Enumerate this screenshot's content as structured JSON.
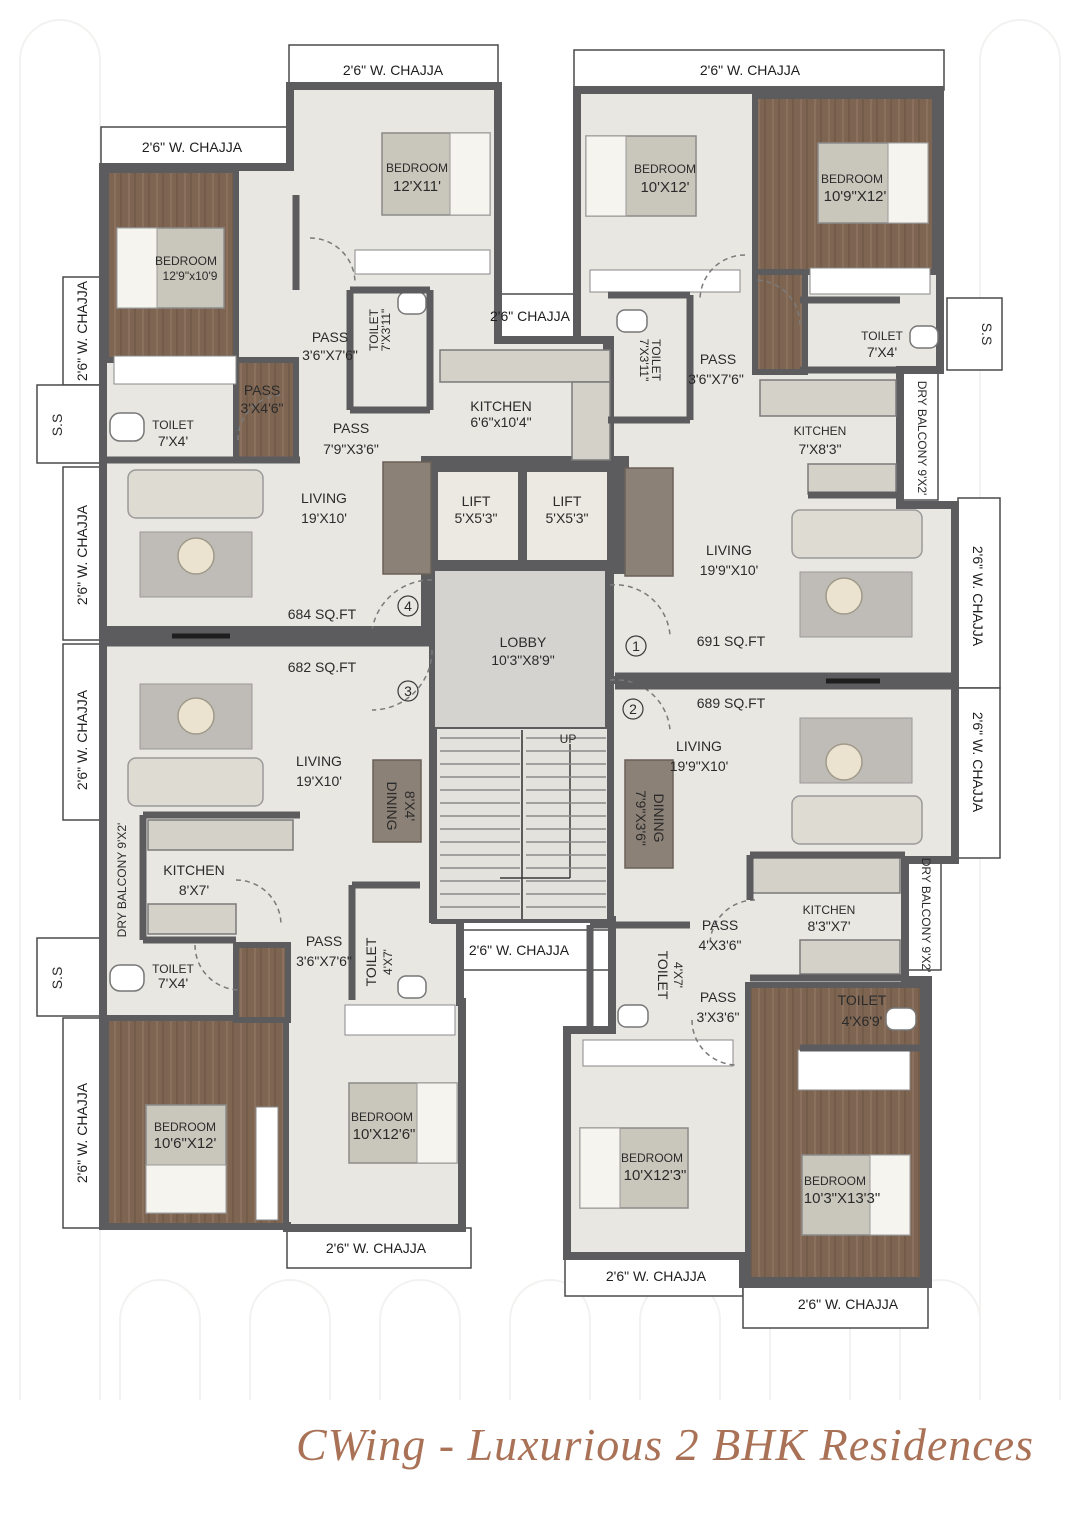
{
  "caption": "CWing - Luxurious 2 BHK Residences",
  "colors": {
    "floor": "#e9e7e2",
    "wall": "#5c5c5e",
    "wood": "#7e6552",
    "lobby": "#d5d3cf",
    "bed": "#c9c7bc",
    "caption": "#a97257"
  },
  "chajjas": {
    "top_left_1": "2'6\" W. CHAJJA",
    "top_left_2": "2'6\" W. CHAJJA",
    "top_right": "2'6\" W. CHAJJA",
    "mid_chajja": "2'6\" CHAJJA",
    "left_v1": "2'6\" W. CHAJJA",
    "left_v2": "2'6\" W. CHAJJA",
    "left_v3": "2'6\" W. CHAJJA",
    "left_v4": "2'6\" W. CHAJJA",
    "right_v1": "2'6\" W. CHAJJA",
    "right_v2": "2'6\" W. CHAJJA",
    "center_bottom": "2'6\" W. CHAJJA",
    "bottom_left": "2'6\" W. CHAJJA",
    "bottom_mid": "2'6\" W. CHAJJA",
    "bottom_right": "2'6\" W. CHAJJA"
  },
  "units": {
    "u1": {
      "number": "1",
      "area": "691 SQ.FT"
    },
    "u2": {
      "number": "2",
      "area": "689 SQ.FT"
    },
    "u3": {
      "number": "3",
      "area": "682 SQ.FT"
    },
    "u4": {
      "number": "4",
      "area": "684 SQ.FT"
    }
  },
  "rooms": {
    "tl_bed": {
      "name": "BEDROOM",
      "size": "12'9\"x10'9"
    },
    "tl2_bed": {
      "name": "BEDROOM",
      "size": "12'X11'"
    },
    "tr1_bed": {
      "name": "BEDROOM",
      "size": "10'X12'"
    },
    "tr2_bed": {
      "name": "BEDROOM",
      "size": "10'9\"X12'"
    },
    "tl_toilet": {
      "name": "TOILET",
      "size": "7'X4'"
    },
    "tl_toilet2": {
      "name": "TOILET",
      "size": "7'X3'11\""
    },
    "tr_toilet1": {
      "name": "TOILET",
      "size": "7'X3'11\""
    },
    "tr_toilet2": {
      "name": "TOILET",
      "size": "7'X4'"
    },
    "tl_pass1": {
      "name": "PASS",
      "size": "3'6\"X7'6\""
    },
    "tl_pass2": {
      "name": "PASS",
      "size": "3'X4'6\""
    },
    "tl_pass3": {
      "name": "PASS",
      "size": "7'9\"X3'6\""
    },
    "tr_pass": {
      "name": "PASS",
      "size": "3'6\"X7'6\""
    },
    "kitchen_4": {
      "name": "KITCHEN",
      "size": "6'6\"x10'4\""
    },
    "kitchen_1": {
      "name": "KITCHEN",
      "size": "7'X8'3\""
    },
    "dry_balcony_1": "DRY BALCONY 9'X2'",
    "living_4": {
      "name": "LIVING",
      "size": "19'X10'"
    },
    "living_1": {
      "name": "LIVING",
      "size": "19'9\"X10'"
    },
    "lift_a": {
      "name": "LIFT",
      "size": "5'X5'3\""
    },
    "lift_b": {
      "name": "LIFT",
      "size": "5'X5'3\""
    },
    "lobby": {
      "name": "LOBBY",
      "size": "10'3\"X8'9\""
    },
    "stair_up": "UP",
    "living_3": {
      "name": "LIVING",
      "size": "19'X10'"
    },
    "living_2": {
      "name": "LIVING",
      "size": "19'9\"X10'"
    },
    "dining_3": {
      "name": "DINING",
      "size": "8'X4'"
    },
    "dining_2": {
      "name": "DINING",
      "size": "7'9\"X3'6\""
    },
    "kitchen_3": {
      "name": "KITCHEN",
      "size": "8'X7'"
    },
    "kitchen_2": {
      "name": "KITCHEN",
      "size": "8'3\"X7'"
    },
    "dry_balcony_3": "DRY BALCONY 9'X2'",
    "dry_balcony_2": "DRY BALCONY 9'X2'",
    "ss": "S.S",
    "bl_pass1": {
      "name": "PASS",
      "size": "3'6\"X7'6\""
    },
    "bl_toilet1": {
      "name": "TOILET",
      "size": "7'X4'"
    },
    "bl_toilet2": {
      "name": "TOILET",
      "size": "4'X7'"
    },
    "br_pass1": {
      "name": "PASS",
      "size": "4'X3'6\""
    },
    "br_pass2": {
      "name": "PASS",
      "size": "3'X3'6\""
    },
    "br_toilet1": {
      "name": "TOILET",
      "size": "4'X7'"
    },
    "br_toilet2": {
      "name": "TOILET",
      "size": "4'X6'9'"
    },
    "bl_bed1": {
      "name": "BEDROOM",
      "size": "10'6\"X12'"
    },
    "bl_bed2": {
      "name": "BEDROOM",
      "size": "10'X12'6\""
    },
    "br_bed1": {
      "name": "BEDROOM",
      "size": "10'X12'3\""
    },
    "br_bed2": {
      "name": "BEDROOM",
      "size": "10'3\"X13'3\""
    }
  }
}
